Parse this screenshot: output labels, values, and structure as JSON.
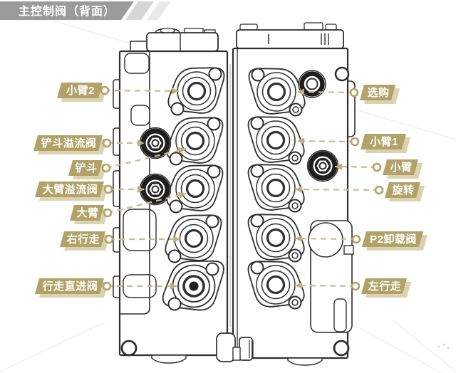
{
  "title": "主控制阀（背面）",
  "colors": {
    "label_gold": "#b2a268",
    "label_gold_light": "#dbd2b0",
    "leader": "#c9bc8e",
    "arrow": "#bdb07e",
    "ink": "#2f2f2f",
    "dark_part": "#1e1e1e",
    "ribbon_gray": "#9b9b9b",
    "ribbon_light": "#d5d5d5",
    "ribbon_lighter": "#e9e9e9",
    "label_text": "#ffffff"
  },
  "labels": {
    "left": [
      {
        "id": "xiaobi2",
        "text": "小臂2"
      },
      {
        "id": "chandou-yiliufa",
        "text": "铲斗溢流阀"
      },
      {
        "id": "chandou",
        "text": "铲斗"
      },
      {
        "id": "dabi-yiliufa",
        "text": "大臂溢流阀"
      },
      {
        "id": "dabi",
        "text": "大臂"
      },
      {
        "id": "youxingzou",
        "text": "右行走"
      },
      {
        "id": "xingzou-zhijinfa",
        "text": "行走直进阀"
      }
    ],
    "right": [
      {
        "id": "xuangou",
        "text": "选购"
      },
      {
        "id": "xiaobi1",
        "text": "小臂1"
      },
      {
        "id": "xiaobi",
        "text": "小臂"
      },
      {
        "id": "xuanzhuan",
        "text": "旋转"
      },
      {
        "id": "p2-xiezaifa",
        "text": "P2卸载阀"
      },
      {
        "id": "zuoxingzou",
        "text": "左行走"
      }
    ]
  }
}
